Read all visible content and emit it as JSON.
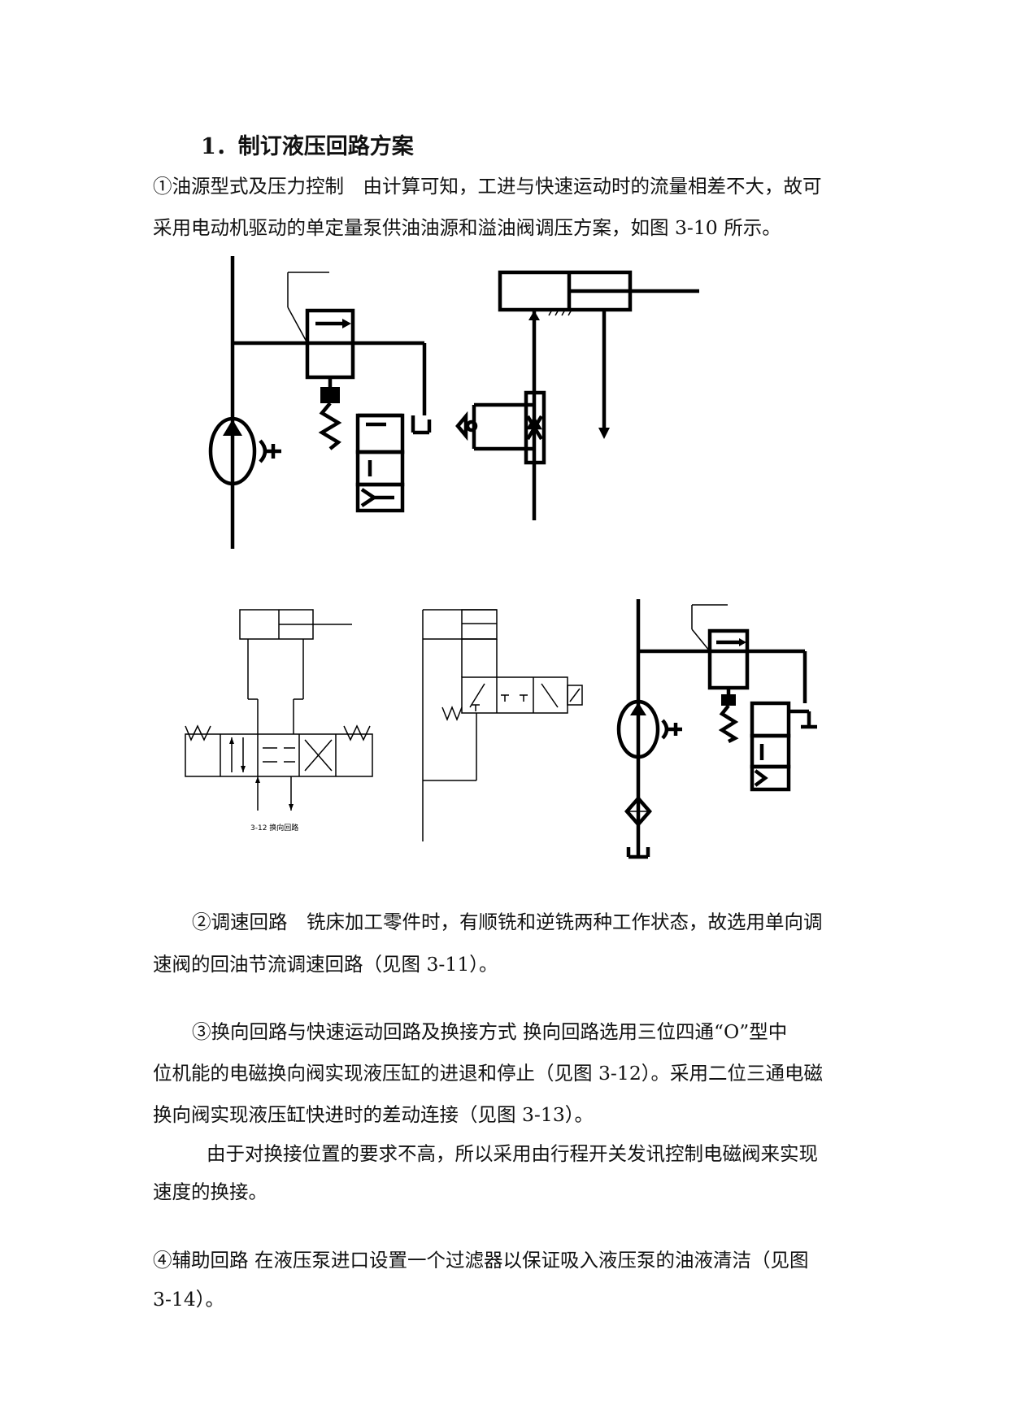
{
  "document": {
    "heading": "1．制订液压回路方案",
    "lines": [
      "①油源型式及压力控制　由计算可知，工进与快速运动时的流量相差不大，故可",
      "采用电动机驱动的单定量泵供油油源和溢油阀调压方案，如图 3-10 所示。",
      "②调速回路　铣床加工零件时，有顺铣和逆铣两种工作状态，故选用单向调",
      "速阀的回油节流调速回路（见图 3-11）。",
      "③换向回路与快速运动回路及换接方式  换向回路选用三位四通“O”型中",
      "位机能的电磁换向阀实现液压缸的进退和停止（见图 3-12）。采用二位三通电磁",
      "换向阀实现液压缸快进时的差动连接（见图 3-13）。",
      "由于对换接位置的要求不高，所以采用由行程开关发讯控制电磁阀来实现",
      "速度的换接。",
      "④辅助回路  在液压泵进口设置一个过滤器以保证吸入液压泵的油液清洁（见图",
      "3-14）。"
    ],
    "figure_caption": "3-12 换向回路"
  }
}
